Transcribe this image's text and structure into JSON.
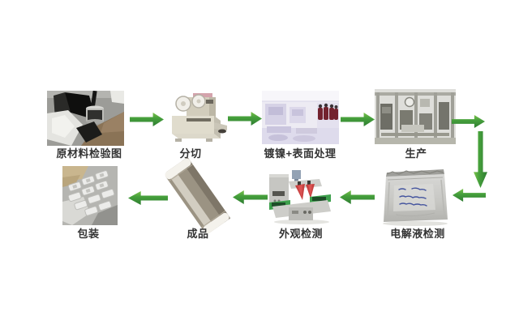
{
  "diagram": {
    "title": "battery production process flow",
    "steps": [
      {
        "id": "raw-material",
        "label": "原材料检验图"
      },
      {
        "id": "slitting",
        "label": "分切"
      },
      {
        "id": "plating",
        "label": "镀镍+表面处理"
      },
      {
        "id": "production",
        "label": "生产"
      },
      {
        "id": "electrolyte",
        "label": "电解液检测"
      },
      {
        "id": "appearance",
        "label": "外观检测"
      },
      {
        "id": "finished",
        "label": "成品"
      },
      {
        "id": "packaging",
        "label": "包装"
      }
    ],
    "flow_order": [
      "原材料检验图",
      "分切",
      "镀镍+表面处理",
      "生产",
      "电解液检测",
      "外观检测",
      "成品",
      "包装"
    ],
    "colors": {
      "background": "#ffffff",
      "arrow_green_dark": "#2e7d32",
      "arrow_green_mid": "#46a03c",
      "arrow_green_light": "#7cc24b",
      "label_text": "#333333"
    }
  }
}
